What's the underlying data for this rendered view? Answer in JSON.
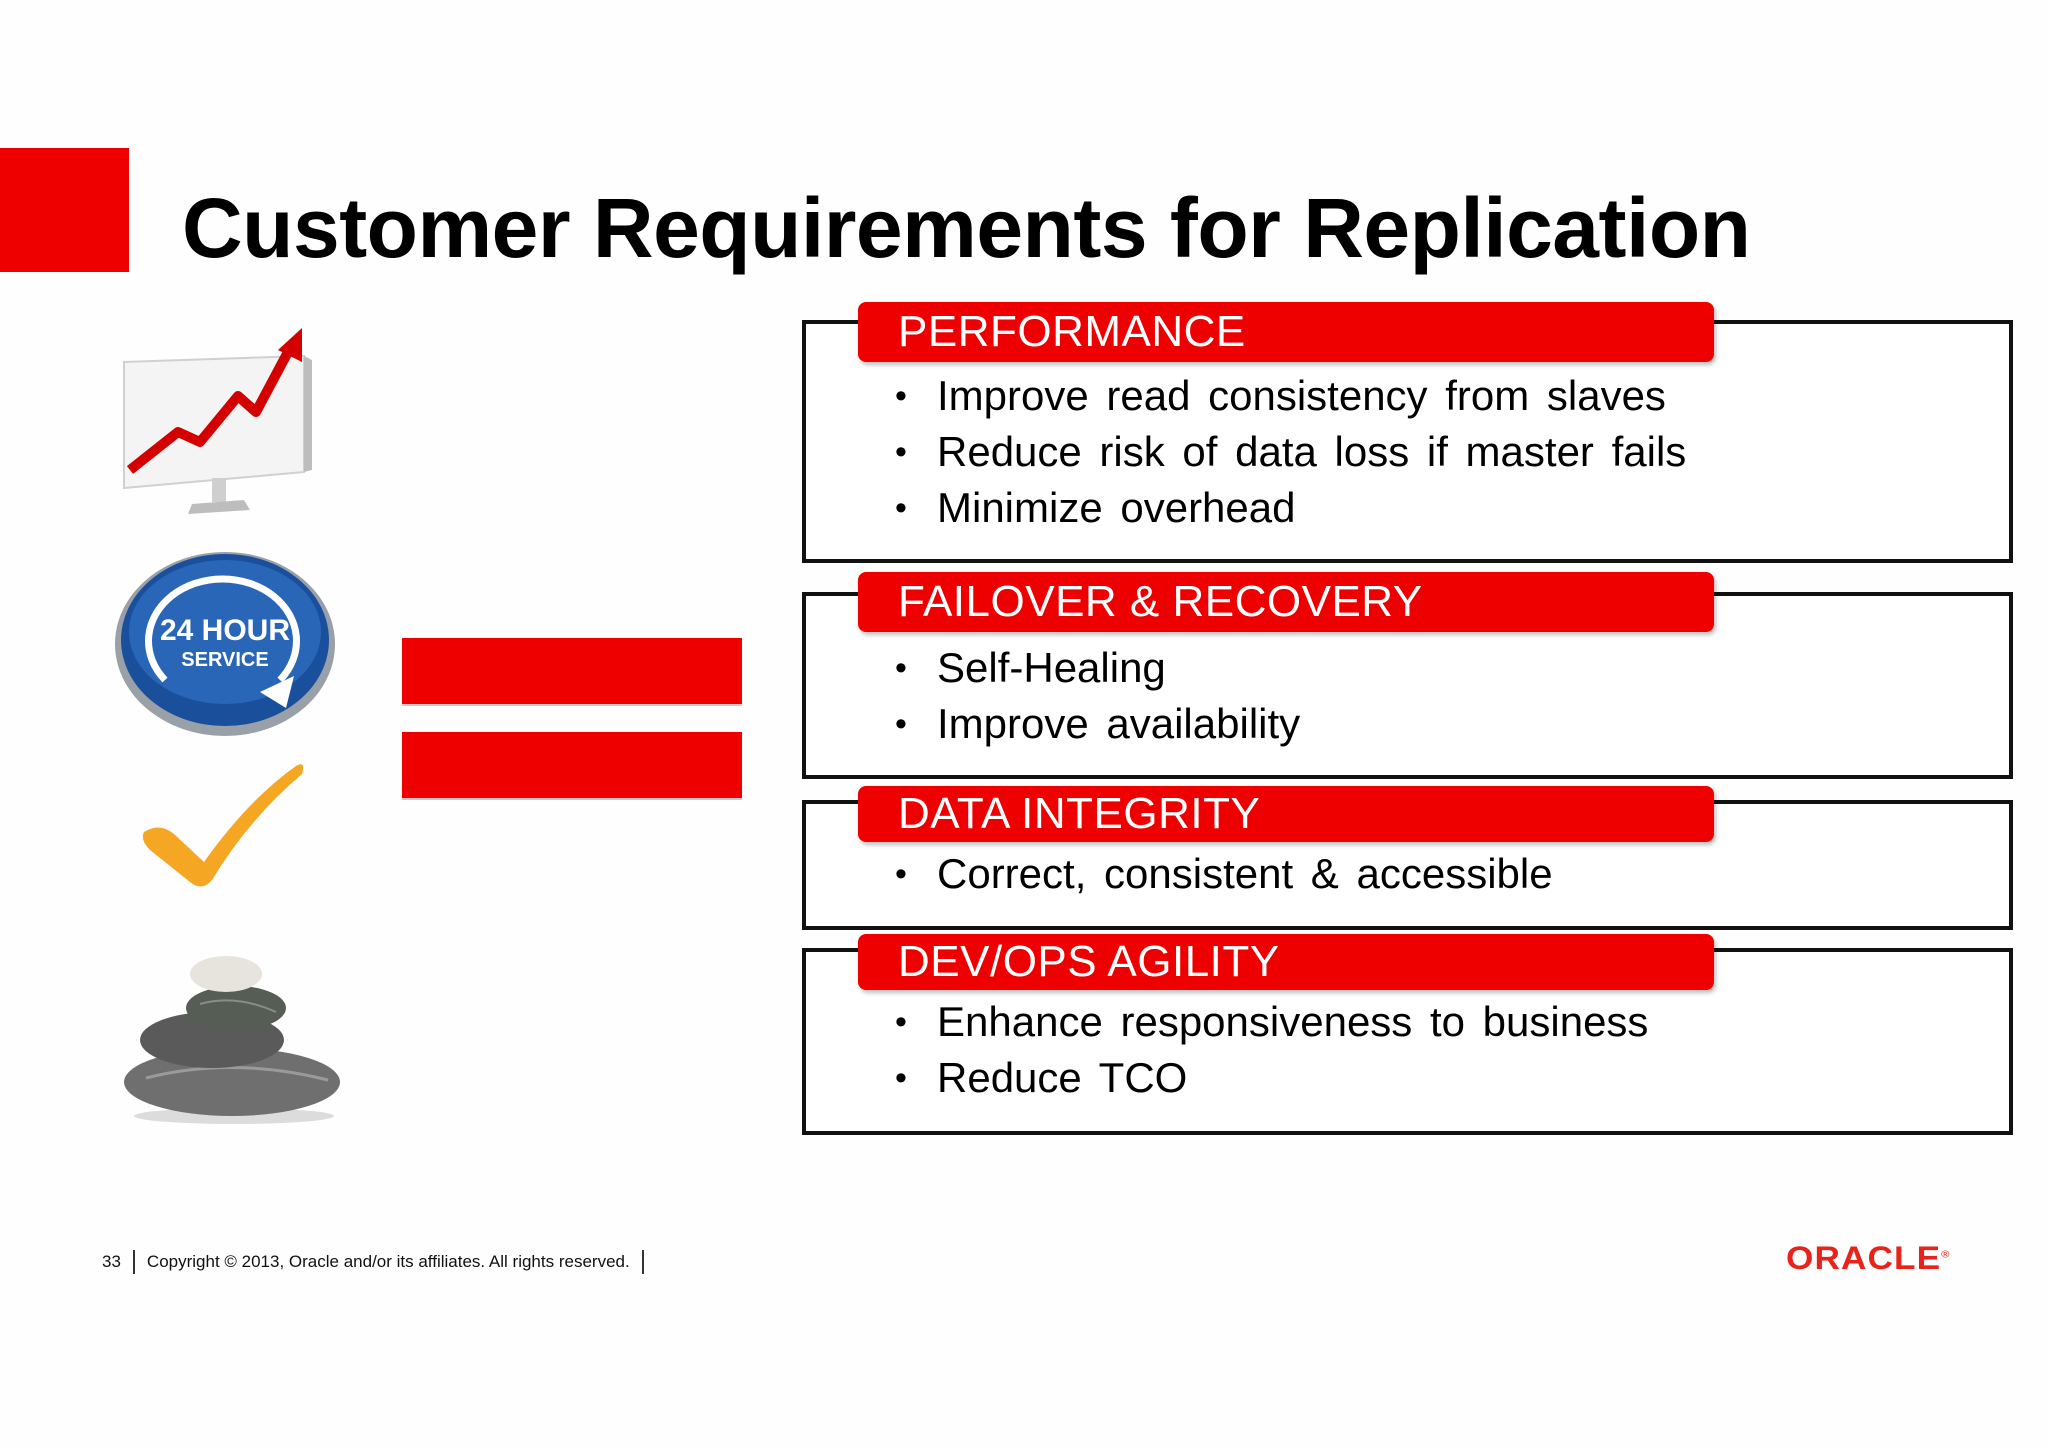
{
  "slide": {
    "title": "Customer Requirements for Replication"
  },
  "icons": [
    {
      "name": "growth-chart-icon"
    },
    {
      "name": "24-hour-service-badge-icon",
      "line1": "24 HOUR",
      "line2": "SERVICE"
    },
    {
      "name": "checkmark-icon"
    },
    {
      "name": "balanced-stones-icon"
    }
  ],
  "requirements": [
    {
      "header": "PERFORMANCE",
      "items": [
        "Improve read consistency from slaves",
        "Reduce risk of data loss if master fails",
        "Minimize overhead"
      ]
    },
    {
      "header": "FAILOVER & RECOVERY",
      "items": [
        "Self-Healing",
        "Improve availability"
      ]
    },
    {
      "header": "DATA INTEGRITY",
      "items": [
        "Correct, consistent & accessible"
      ]
    },
    {
      "header": "DEV/OPS AGILITY",
      "items": [
        "Enhance responsiveness to business",
        "Reduce TCO"
      ]
    }
  ],
  "footer": {
    "page_number": "33",
    "copyright": "Copyright © 2013, Oracle and/or its affiliates. All rights reserved."
  },
  "brand": {
    "logo_text": "ORACLE",
    "logo_mark": "®",
    "accent_color": "#ee0000",
    "logo_color": "#e8231a"
  }
}
